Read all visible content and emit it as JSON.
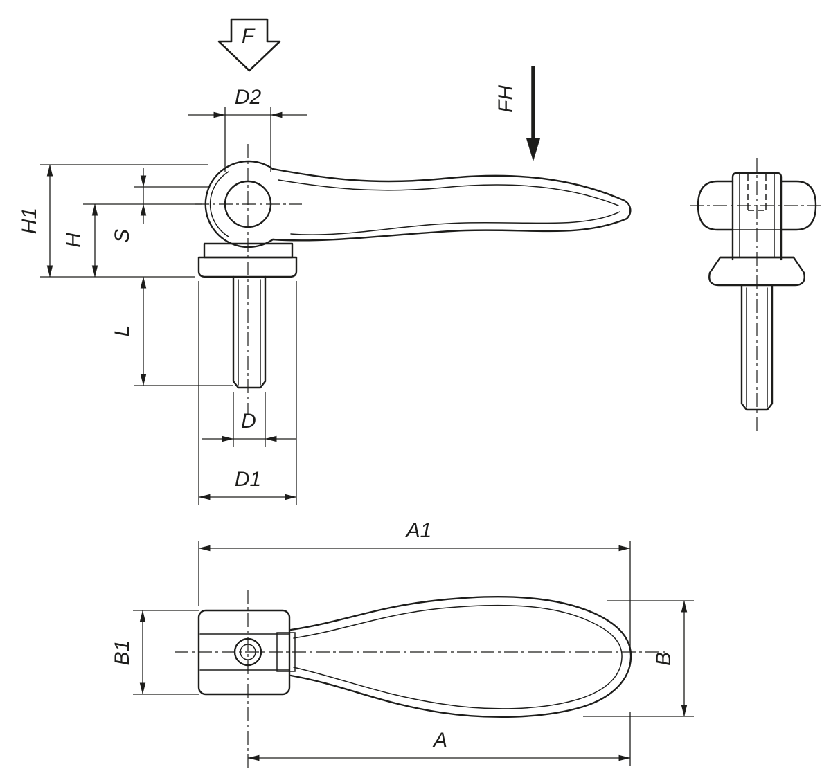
{
  "drawing": {
    "description": "Dimensioned technical drawing of a cam lever with external thread, shown in side view, front view and top view",
    "views": [
      "side-view",
      "front-view",
      "top-view"
    ]
  },
  "labels": {
    "f": "F",
    "fh": "FH",
    "d2": "D2",
    "h1": "H1",
    "h": "H",
    "s": "S",
    "l": "L",
    "d": "D",
    "d1": "D1",
    "a1": "A1",
    "a": "A",
    "b1": "B1",
    "b": "B"
  },
  "colors": {
    "line": "#1d1d1b",
    "background": "#ffffff"
  }
}
